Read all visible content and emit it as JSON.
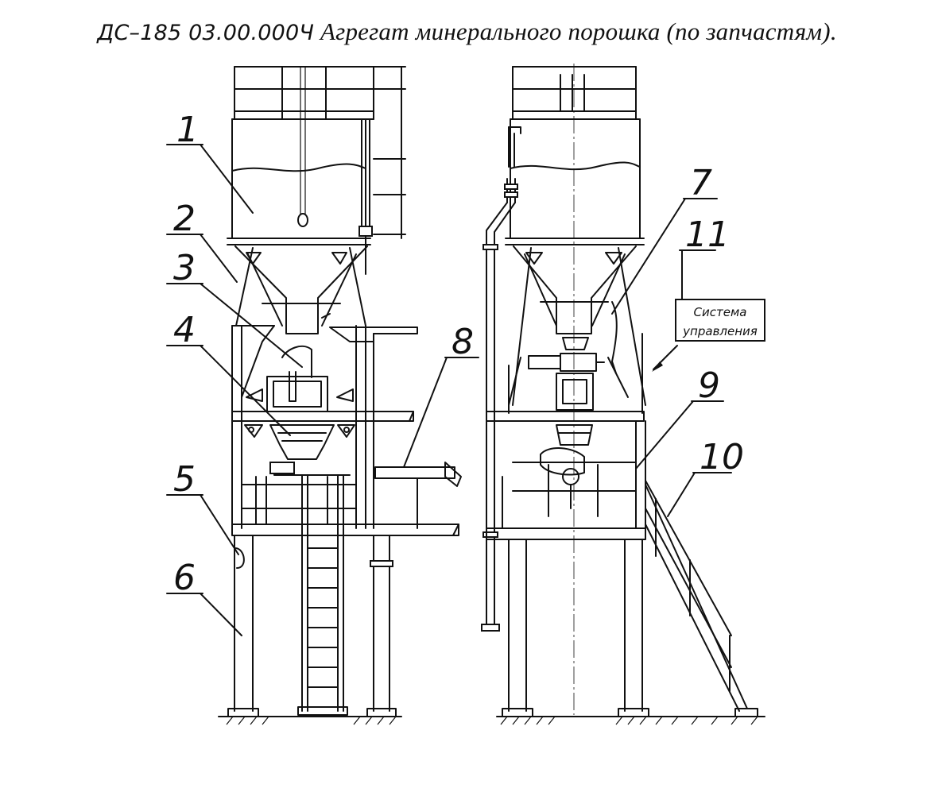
{
  "title": {
    "code": "ДС–185  03.00.000Ч",
    "name": "Агрегат минерального порошка (по запчастям)."
  },
  "callouts": [
    "1",
    "2",
    "3",
    "4",
    "5",
    "6",
    "7",
    "8",
    "9",
    "10",
    "11"
  ],
  "control_box": {
    "line1": "Система",
    "line2": "управления"
  }
}
